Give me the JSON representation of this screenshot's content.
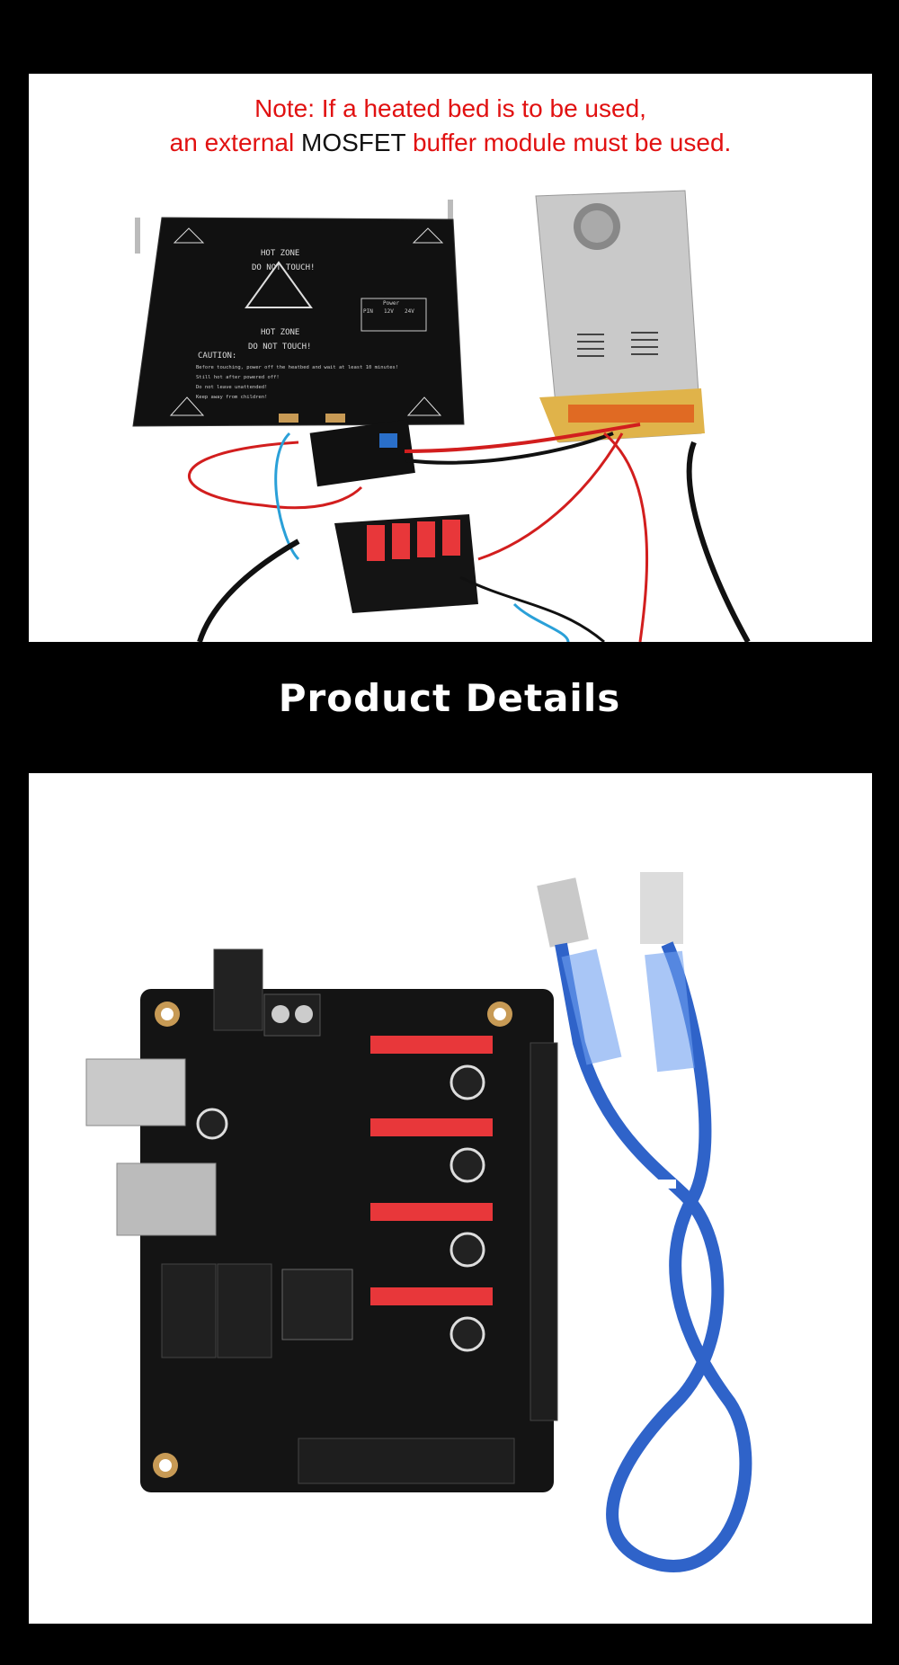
{
  "top": {
    "note_line1": "Note: If a heated bed is to be used,",
    "note_line2_prefix": "an external",
    "note_line2_highlight": "MOSFET",
    "note_line2_suffix": "buffer module must be used.",
    "heatbed": {
      "hot_zone": "HOT ZONE",
      "do_not_touch": "DO NOT TOUCH!",
      "caution_title": "CAUTION:",
      "caution_lines": [
        "Before touching, power off the heatbed and wait at least 10 minutes!",
        "Still hot after powered off!",
        "Do not leave unattended!",
        "Keep away from children!"
      ],
      "power_table_title": "Power",
      "power_cols": [
        "PIN",
        "12V",
        "24V"
      ]
    }
  },
  "heading": "Product Details",
  "colors": {
    "background": "#000000",
    "note_red": "#e11111",
    "board": "#141414",
    "stepper_socket": "#e8373a",
    "usb_cable": "#2f63c9"
  }
}
